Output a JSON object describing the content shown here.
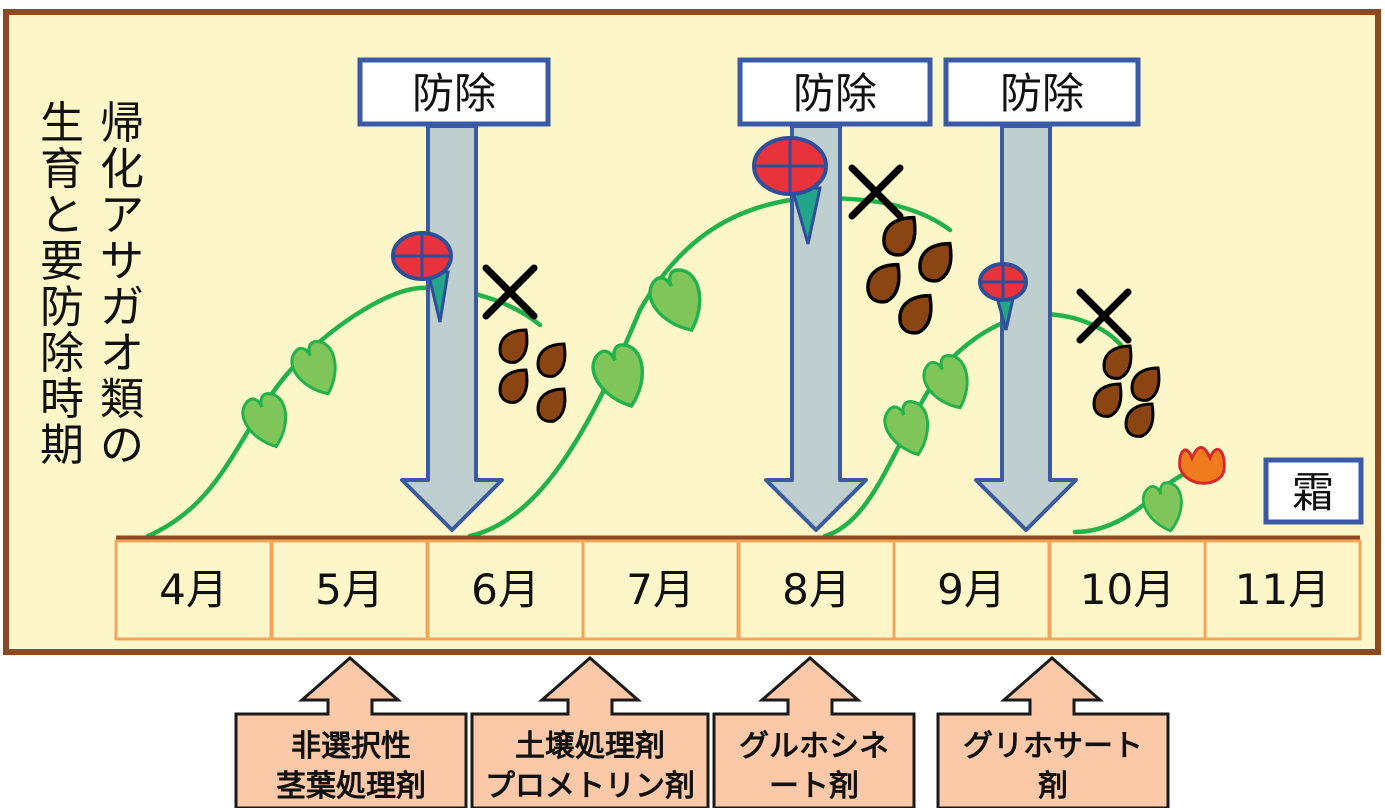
{
  "title_lines": [
    "帰化アサガオ類の",
    "生育と要防除時期"
  ],
  "months": [
    "4月",
    "5月",
    "6月",
    "7月",
    "8月",
    "9月",
    "10月",
    "11月"
  ],
  "control_label": "防除",
  "frost_label": "霜",
  "herbicides": [
    {
      "lines": [
        "非選択性",
        "茎葉処理剤"
      ]
    },
    {
      "lines": [
        "土壌処理剤",
        "プロメトリン剤"
      ]
    },
    {
      "lines": [
        "グルホシネ",
        "ート剤"
      ]
    },
    {
      "lines": [
        "グリホサート",
        "剤"
      ]
    }
  ],
  "colors": {
    "panel_bg": "#fdf6c8",
    "panel_border": "#8b4a22",
    "month_border": "#f2a55a",
    "control_box_border": "#3a5aa8",
    "arrow_fill": "#bfcfcf",
    "arrow_stroke": "#3b5aa0",
    "vine": "#22b24c",
    "leaf": "#7fc55a",
    "seed": "#8b4513",
    "flower_red": "#e8333c",
    "herbicide_fill": "#fbc9a8"
  }
}
